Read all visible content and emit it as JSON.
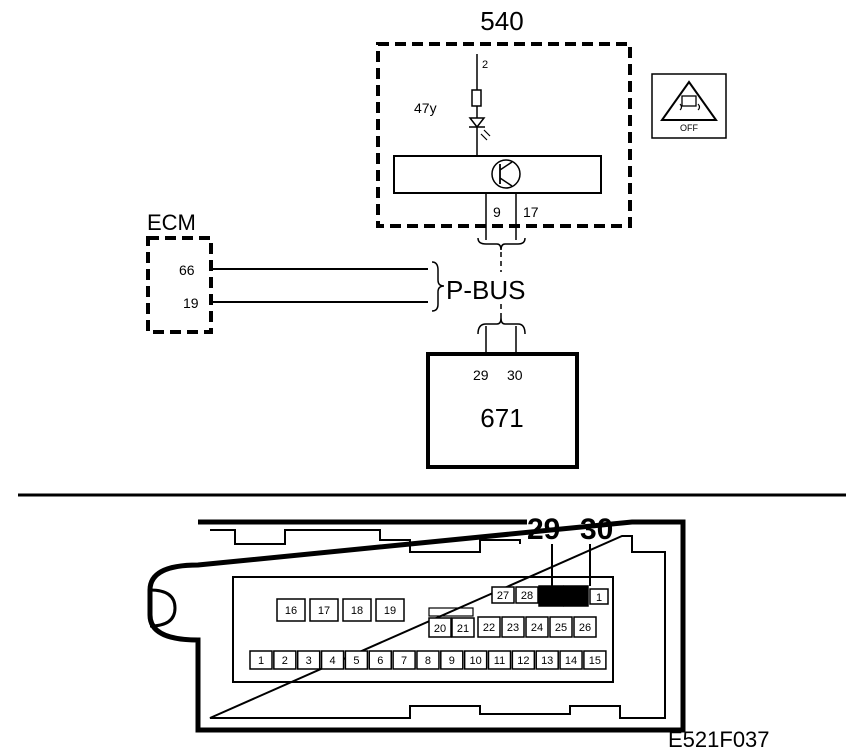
{
  "figure_id": "E521F037",
  "module_540": {
    "label": "540",
    "pin_top": "2",
    "component_label": "47y",
    "pins": [
      "9",
      "17"
    ]
  },
  "ecm": {
    "label": "ECM",
    "pins": [
      "66",
      "19"
    ]
  },
  "bus_label": "P-BUS",
  "module_671": {
    "label": "671",
    "pins": [
      "29",
      "30"
    ]
  },
  "warning_icon": {
    "text": "OFF"
  },
  "connector": {
    "callouts": [
      "29",
      "30"
    ],
    "row_top": [
      "27",
      "28",
      "",
      "",
      "1"
    ],
    "row_mid_left": [
      "16",
      "17",
      "18",
      "19"
    ],
    "row_mid_right": [
      "20",
      "21",
      "22",
      "23",
      "24",
      "25",
      "26"
    ],
    "row_bottom": [
      "1",
      "2",
      "3",
      "4",
      "5",
      "6",
      "7",
      "8",
      "9",
      "10",
      "11",
      "12",
      "13",
      "14",
      "15"
    ]
  }
}
